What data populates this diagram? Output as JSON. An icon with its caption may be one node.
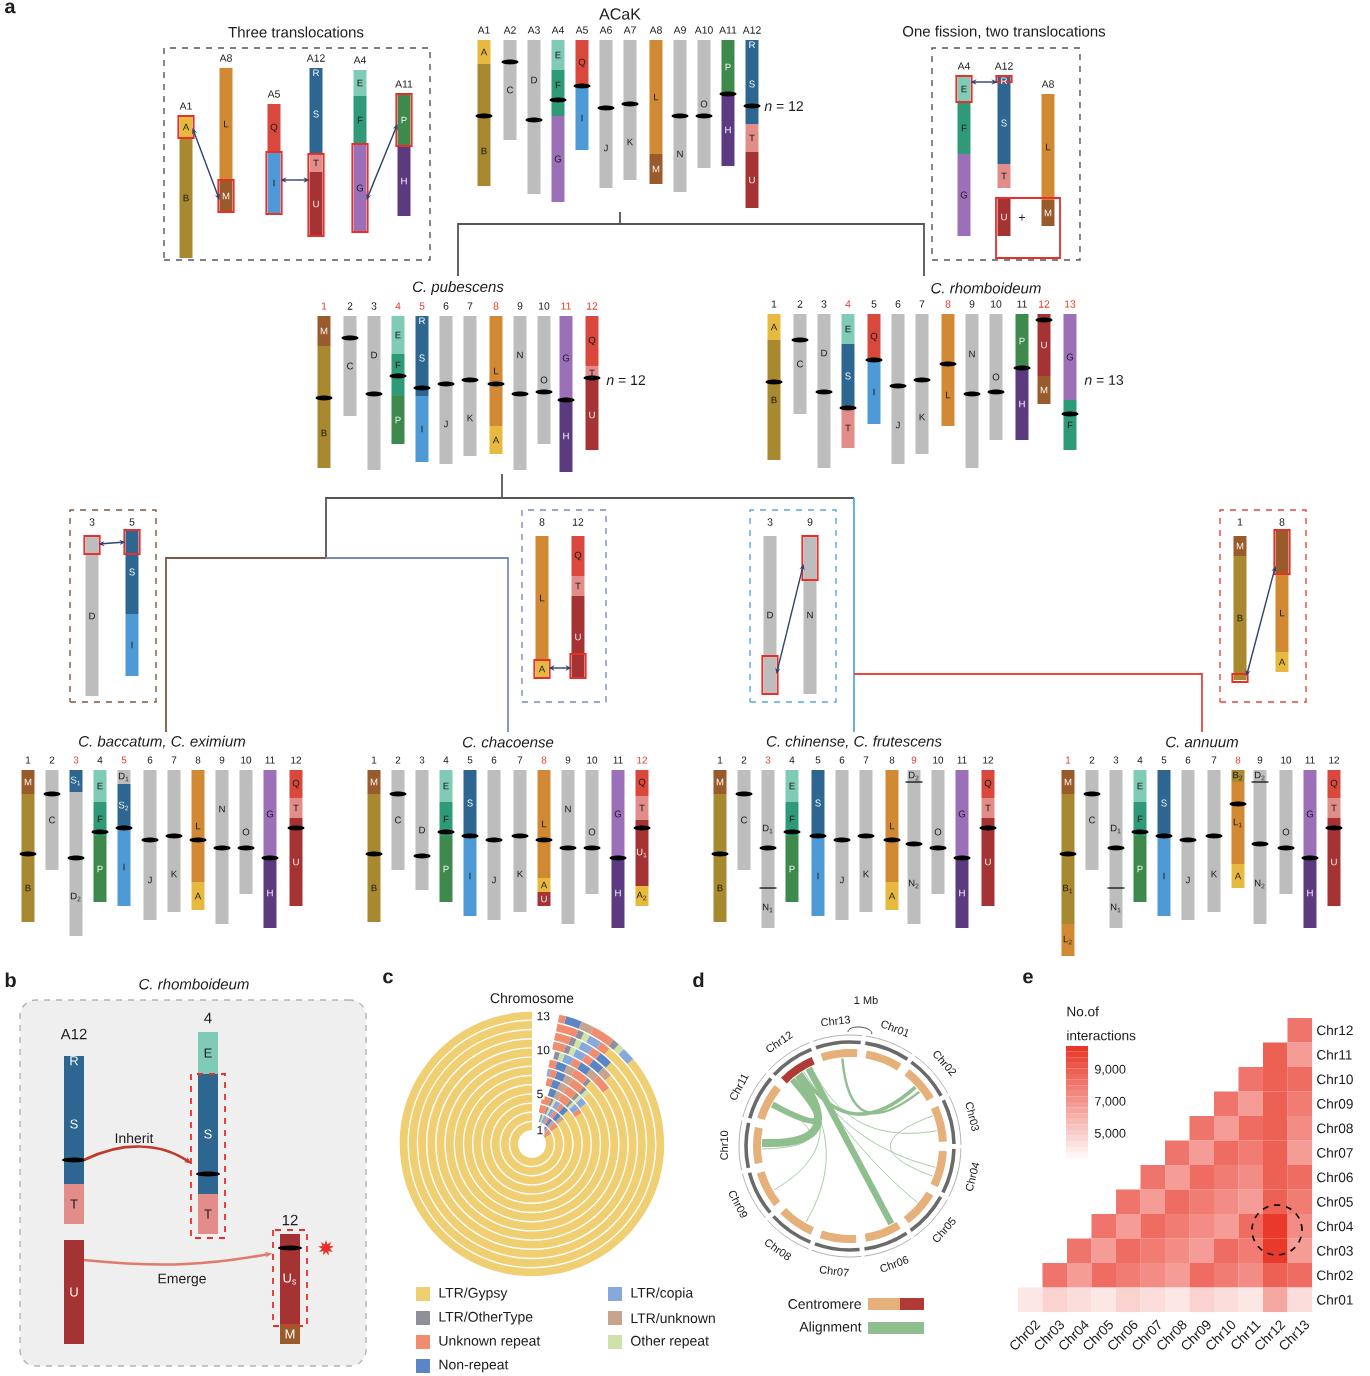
{
  "diagram": {
    "nodes": [
      {
        "text": [
          "Three translocations"
        ]
      },
      {
        "text": [
          "A",
          "B"
        ],
        "beside": [
          "A1"
        ],
        "in": 0
      },
      {
        "text": [
          "L",
          "M"
        ],
        "beside": [
          "A8"
        ],
        "in": 0
      },
      {
        "text": [
          "Q",
          "I"
        ],
        "beside": [
          "A5"
        ],
        "in": 0
      },
      {
        "text": [
          "R",
          "S",
          "T",
          "U"
        ],
        "beside": [
          "A12"
        ],
        "in": 0
      },
      {
        "text": [
          "E",
          "F",
          "G"
        ],
        "beside": [
          "A4"
        ],
        "in": 0
      },
      {
        "text": [
          "P",
          "H"
        ],
        "beside": [
          "A11"
        ],
        "in": 0
      },
      {
        "text": [
          "A",
          "B"
        ],
        "beside": [
          "A1"
        ]
      },
      {
        "text": [
          "C"
        ],
        "beside": [
          "A2"
        ]
      },
      {
        "text": [
          "D"
        ],
        "beside": [
          "A3"
        ]
      },
      {
        "text": [
          "E",
          "F",
          "G"
        ],
        "beside": [
          "A4"
        ]
      },
      {
        "text": [
          "Q",
          "I"
        ],
        "beside": [
          "A5"
        ]
      },
      {
        "text": [
          "J"
        ],
        "beside": [
          "A6"
        ]
      },
      {
        "text": [
          "K"
        ],
        "beside": [
          "A7"
        ]
      },
      {
        "text": [
          "L",
          "M"
        ],
        "beside": [
          "A8"
        ]
      },
      {
        "text": [
          "N"
        ],
        "beside": [
          "A9"
        ]
      },
      {
        "text": [
          "O"
        ],
        "beside": [
          "A10"
        ]
      },
      {
        "text": [
          "P",
          "H"
        ],
        "beside": [
          "A11"
        ]
      },
      {
        "text": [
          "R",
          "S",
          "T",
          "U"
        ],
        "beside": [
          "A12"
        ]
      },
      {
        "text": [
          "One fission, two translocations"
        ]
      },
      {
        "text": [
          "E",
          "F",
          "G"
        ],
        "beside": [
          "A4"
        ],
        "in": 19
      },
      {
        "text": [
          "R",
          "S",
          "T",
          "U"
        ],
        "beside": [
          "A12"
        ],
        "in": 19
      },
      {
        "text": [
          "L",
          "M"
        ],
        "beside": [
          "A8"
        ],
        "in": 19
      },
      {
        "text": [
          "M",
          "B"
        ],
        "beside": [
          "1"
        ]
      },
      {
        "text": [
          "C"
        ],
        "beside": [
          "2"
        ]
      },
      {
        "text": [
          "D"
        ],
        "beside": [
          "3"
        ]
      },
      {
        "text": [
          "E",
          "F",
          "P"
        ],
        "beside": [
          "4"
        ]
      },
      {
        "text": [
          "R",
          "S",
          "I"
        ],
        "beside": [
          "5"
        ]
      },
      {
        "text": [
          "J"
        ],
        "beside": [
          "6"
        ]
      },
      {
        "text": [
          "K"
        ],
        "beside": [
          "7"
        ]
      },
      {
        "text": [
          "L",
          "A"
        ],
        "beside": [
          "8"
        ]
      },
      {
        "text": [
          "N"
        ],
        "beside": [
          "9"
        ]
      },
      {
        "text": [
          "O"
        ],
        "beside": [
          "10"
        ]
      },
      {
        "text": [
          "G",
          "H"
        ],
        "beside": [
          "11"
        ]
      },
      {
        "text": [
          "Q",
          "T",
          "U"
        ],
        "beside": [
          "12"
        ]
      },
      {
        "text": [
          "A",
          "B"
        ],
        "beside": [
          "1"
        ]
      },
      {
        "text": [
          "C"
        ],
        "beside": [
          "2"
        ]
      },
      {
        "text": [
          "D"
        ],
        "beside": [
          "3"
        ]
      },
      {
        "text": [
          "E",
          "S",
          "T"
        ],
        "beside": [
          "4"
        ]
      },
      {
        "text": [
          "Q",
          "I"
        ],
        "beside": [
          "5"
        ]
      },
      {
        "text": [
          "J"
        ],
        "beside": [
          "6"
        ]
      },
      {
        "text": [
          "K"
        ],
        "beside": [
          "7"
        ]
      },
      {
        "text": [
          "L"
        ],
        "beside": [
          "8"
        ]
      },
      {
        "text": [
          "N"
        ],
        "beside": [
          "9"
        ]
      },
      {
        "text": [
          "O"
        ],
        "beside": [
          "10"
        ]
      },
      {
        "text": [
          "P",
          "H"
        ],
        "beside": [
          "11"
        ]
      },
      {
        "text": [
          "U",
          "M"
        ],
        "beside": [
          "12"
        ]
      },
      {
        "text": [
          "G",
          "F"
        ],
        "beside": [
          "13"
        ]
      },
      {
        "text": [],
        "shape": "box"
      },
      {
        "text": [
          "D"
        ],
        "beside": [
          "3"
        ],
        "in": 48
      },
      {
        "text": [
          "S",
          "I"
        ],
        "beside": [
          "5"
        ],
        "in": 48
      },
      {
        "text": [],
        "shape": "box"
      },
      {
        "text": [
          "L",
          "A"
        ],
        "beside": [
          "8"
        ],
        "in": 51
      },
      {
        "text": [
          "Q",
          "T",
          "U"
        ],
        "beside": [
          "12"
        ],
        "in": 51
      },
      {
        "text": [],
        "shape": "box"
      },
      {
        "text": [
          "D"
        ],
        "beside": [
          "3"
        ],
        "in": 54
      },
      {
        "text": [
          "N"
        ],
        "beside": [
          "9"
        ],
        "in": 54
      },
      {
        "text": [],
        "shape": "box"
      },
      {
        "text": [
          "M",
          "B"
        ],
        "beside": [
          "1"
        ],
        "in": 57
      },
      {
        "text": [
          "L",
          "A"
        ],
        "beside": [
          "8"
        ],
        "in": 57
      },
      {
        "text": [
          "M",
          "B"
        ],
        "beside": [
          "1"
        ]
      },
      {
        "text": [
          "C"
        ],
        "beside": [
          "2"
        ]
      },
      {
        "text": [
          "S$_{1}$",
          "D$_{2}$"
        ],
        "beside": [
          "3"
        ]
      },
      {
        "text": [
          "E",
          "F",
          "P"
        ],
        "beside": [
          "4"
        ]
      },
      {
        "text": [
          "D$_{1}$",
          "S$_{2}$",
          "I"
        ],
        "beside": [
          "5"
        ]
      },
      {
        "text": [
          "J"
        ],
        "beside": [
          "6"
        ]
      },
      {
        "text": [
          "K"
        ],
        "beside": [
          "7"
        ]
      },
      {
        "text": [
          "L",
          "A"
        ],
        "beside": [
          "8"
        ]
      },
      {
        "text": [
          "N"
        ],
        "beside": [
          "9"
        ]
      },
      {
        "text": [
          "O"
        ],
        "beside": [
          "10"
        ]
      },
      {
        "text": [
          "G",
          "H"
        ],
        "beside": [
          "11"
        ]
      },
      {
        "text": [
          "Q",
          "T",
          "U"
        ],
        "beside": [
          "12"
        ]
      },
      {
        "text": [
          "M",
          "B"
        ],
        "beside": [
          "1"
        ]
      },
      {
        "text": [
          "C"
        ],
        "beside": [
          "2"
        ]
      },
      {
        "text": [
          "D"
        ],
        "beside": [
          "3"
        ]
      },
      {
        "text": [
          "E",
          "F",
          "P"
        ],
        "beside": [
          "4"
        ]
      },
      {
        "text": [
          "S",
          "I"
        ],
        "beside": [
          "5"
        ]
      },
      {
        "text": [
          "J"
        ],
        "beside": [
          "6"
        ]
      },
      {
        "text": [
          "K"
        ],
        "beside": [
          "7"
        ]
      },
      {
        "text": [
          "L",
          "A",
          "U"
        ],
        "beside": [
          "8"
        ]
      },
      {
        "text": [
          "N"
        ],
        "beside": [
          "9"
        ]
      },
      {
        "text": [
          "O"
        ],
        "beside": [
          "10"
        ]
      },
      {
        "text": [
          "G",
          "H"
        ],
        "beside": [
          "11"
        ]
      },
      {
        "text": [
          "Q",
          "T",
          "U$_{1}$",
          "A$_{2}$"
        ],
        "beside": [
          "12"
        ]
      },
      {
        "text": [
          "M",
          "B"
        ],
        "beside": [
          "1"
        ]
      },
      {
        "text": [
          "C"
        ],
        "beside": [
          "2"
        ]
      },
      {
        "text": [
          "D$_{1}$",
          "N$_{1}$"
        ],
        "beside": [
          "3"
        ]
      },
      {
        "text": [
          "E",
          "F",
          "P"
        ],
        "beside": [
          "4"
        ]
      },
      {
        "text": [
          "S",
          "I"
        ],
        "beside": [
          "5"
        ]
      },
      {
        "text": [
          "J"
        ],
        "beside": [
          "6"
        ]
      },
      {
        "text": [
          "K"
        ],
        "beside": [
          "7"
        ]
      },
      {
        "text": [
          "L",
          "A"
        ],
        "beside": [
          "8"
        ]
      },
      {
        "text": [
          "D$_{2}$",
          "N$_{2}$"
        ],
        "beside": [
          "9"
        ]
      },
      {
        "text": [
          "O"
        ],
        "beside": [
          "10"
        ]
      },
      {
        "text": [
          "G",
          "H"
        ],
        "beside": [
          "11"
        ]
      },
      {
        "text": [
          "Q",
          "T",
          "U"
        ],
        "beside": [
          "12"
        ]
      },
      {
        "text": [
          "M",
          "B$_{1}$",
          "L$_{2}$"
        ],
        "beside": [
          "1"
        ]
      },
      {
        "text": [
          "C"
        ],
        "beside": [
          "2"
        ]
      },
      {
        "text": [
          "D$_{1}$",
          "N$_{1}$"
        ],
        "beside": [
          "3"
        ]
      },
      {
        "text": [
          "E",
          "F",
          "P"
        ],
        "beside": [
          "4"
        ]
      },
      {
        "text": [
          "S",
          "I"
        ],
        "beside": [
          "5"
        ]
      },
      {
        "text": [
          "J"
        ],
        "beside": [
          "6"
        ]
      },
      {
        "text": [
          "K"
        ],
        "beside": [
          "7"
        ]
      },
      {
        "text": [
          "B$_{2}$",
          "L$_{1}$",
          "A"
        ],
        "beside": [
          "8"
        ]
      },
      {
        "text": [
          "D$_{2}$",
          "N$_{2}$"
        ],
        "beside": [
          "9"
        ]
      },
      {
        "text": [
          "O"
        ],
        "beside": [
          "10"
        ]
      },
      {
        "text": [
          "G",
          "H"
        ],
        "beside": [
          "11"
        ]
      },
      {
        "text": [
          "Q",
          "T",
          "U"
        ],
        "beside": [
          "12"
        ]
      },
      {
        "text": [
          "C. rhomboideum"
        ]
      },
      {
        "text": [
          "R",
          "S",
          "T",
          "U"
        ],
        "beside": [
          "A12"
        ],
        "in": 108
      },
      {
        "text": [
          "E",
          "S",
          "T"
        ],
        "beside": [
          "4"
        ],
        "in": 108
      },
      {
        "text": [
          "U$_{s}$",
          "M"
        ],
        "beside": [
          "12"
        ],
        "in": 108
      }
    ],
    "edges": [
      {
        "from": 1,
        "to": 2,
        "arrow": "both"
      },
      {
        "from": 3,
        "to": 4,
        "arrow": "both"
      },
      {
        "from": 5,
        "to": 6,
        "arrow": "both"
      },
      {
        "from": 20,
        "to": 21,
        "arrow": "both"
      },
      {
        "from": 49,
        "to": 50,
        "arrow": "both"
      },
      {
        "from": 52,
        "to": 53,
        "arrow": "both"
      },
      {
        "from": 55,
        "to": 56,
        "arrow": "both"
      },
      {
        "from": 59,
        "to": 58,
        "arrow": "both"
      },
      {
        "from": 109,
        "to": 110,
        "arrow": "to",
        "label": "Inherit",
        "color": "#c0392b"
      },
      {
        "from": 109,
        "to": 111,
        "arrow": "to",
        "label": "Emerge",
        "color": "#e07a6a"
      }
    ],
    "labels": [
      "a",
      "*n* = 12",
      "+",
      "*n* = 12",
      "*n* = 13",
      "b",
      "c",
      "Chromosome",
      "13",
      "10",
      "5",
      "1",
      "d",
      "1 Mb",
      "Chr01",
      "Chr02",
      "Chr03",
      "Chr04",
      "Chr05",
      "Chr06",
      "Chr07",
      "Chr08",
      "Chr09",
      "Chr10",
      "Chr11",
      "Chr12",
      "Chr13",
      "e",
      "No.of interactions",
      "9,000",
      "7,000",
      "5,000",
      "Chr12",
      "Chr11",
      "Chr10",
      "Chr09",
      "Chr08",
      "Chr07",
      "Chr06",
      "Chr05",
      "Chr04",
      "Chr03",
      "Chr02",
      "Chr01",
      "Chr02",
      "Chr03",
      "Chr04",
      "Chr05",
      "Chr06",
      "Chr07",
      "Chr08",
      "Chr09",
      "Chr10",
      "Chr11",
      "Chr12",
      "Chr13",
      "ACaK",
      "C. pubescens",
      "C. rhomboideum",
      "C. baccatum, C. eximium",
      "C. chacoense",
      "C. chinense, C. frutescens",
      "C. annuum"
    ],
    "legend": [
      {
        "text": "LTR/Gypsy",
        "color": "#f0cf72"
      },
      {
        "text": "LTR/OtherType",
        "color": "#8f8f99"
      },
      {
        "text": "Unknown repeat",
        "color": "#f18c6e"
      },
      {
        "text": "Non-repeat",
        "color": "#5b86c6"
      },
      {
        "text": "LTR/copia",
        "color": "#86a8dc"
      },
      {
        "text": "LTR/unknown",
        "color": "#c6a48d"
      },
      {
        "text": "Other repeat",
        "color": "#cfe2a8"
      },
      {
        "text": "Centromere"
      },
      {
        "text": "Alignment",
        "color": "#8fbf8f"
      }
    ]
  }
}
